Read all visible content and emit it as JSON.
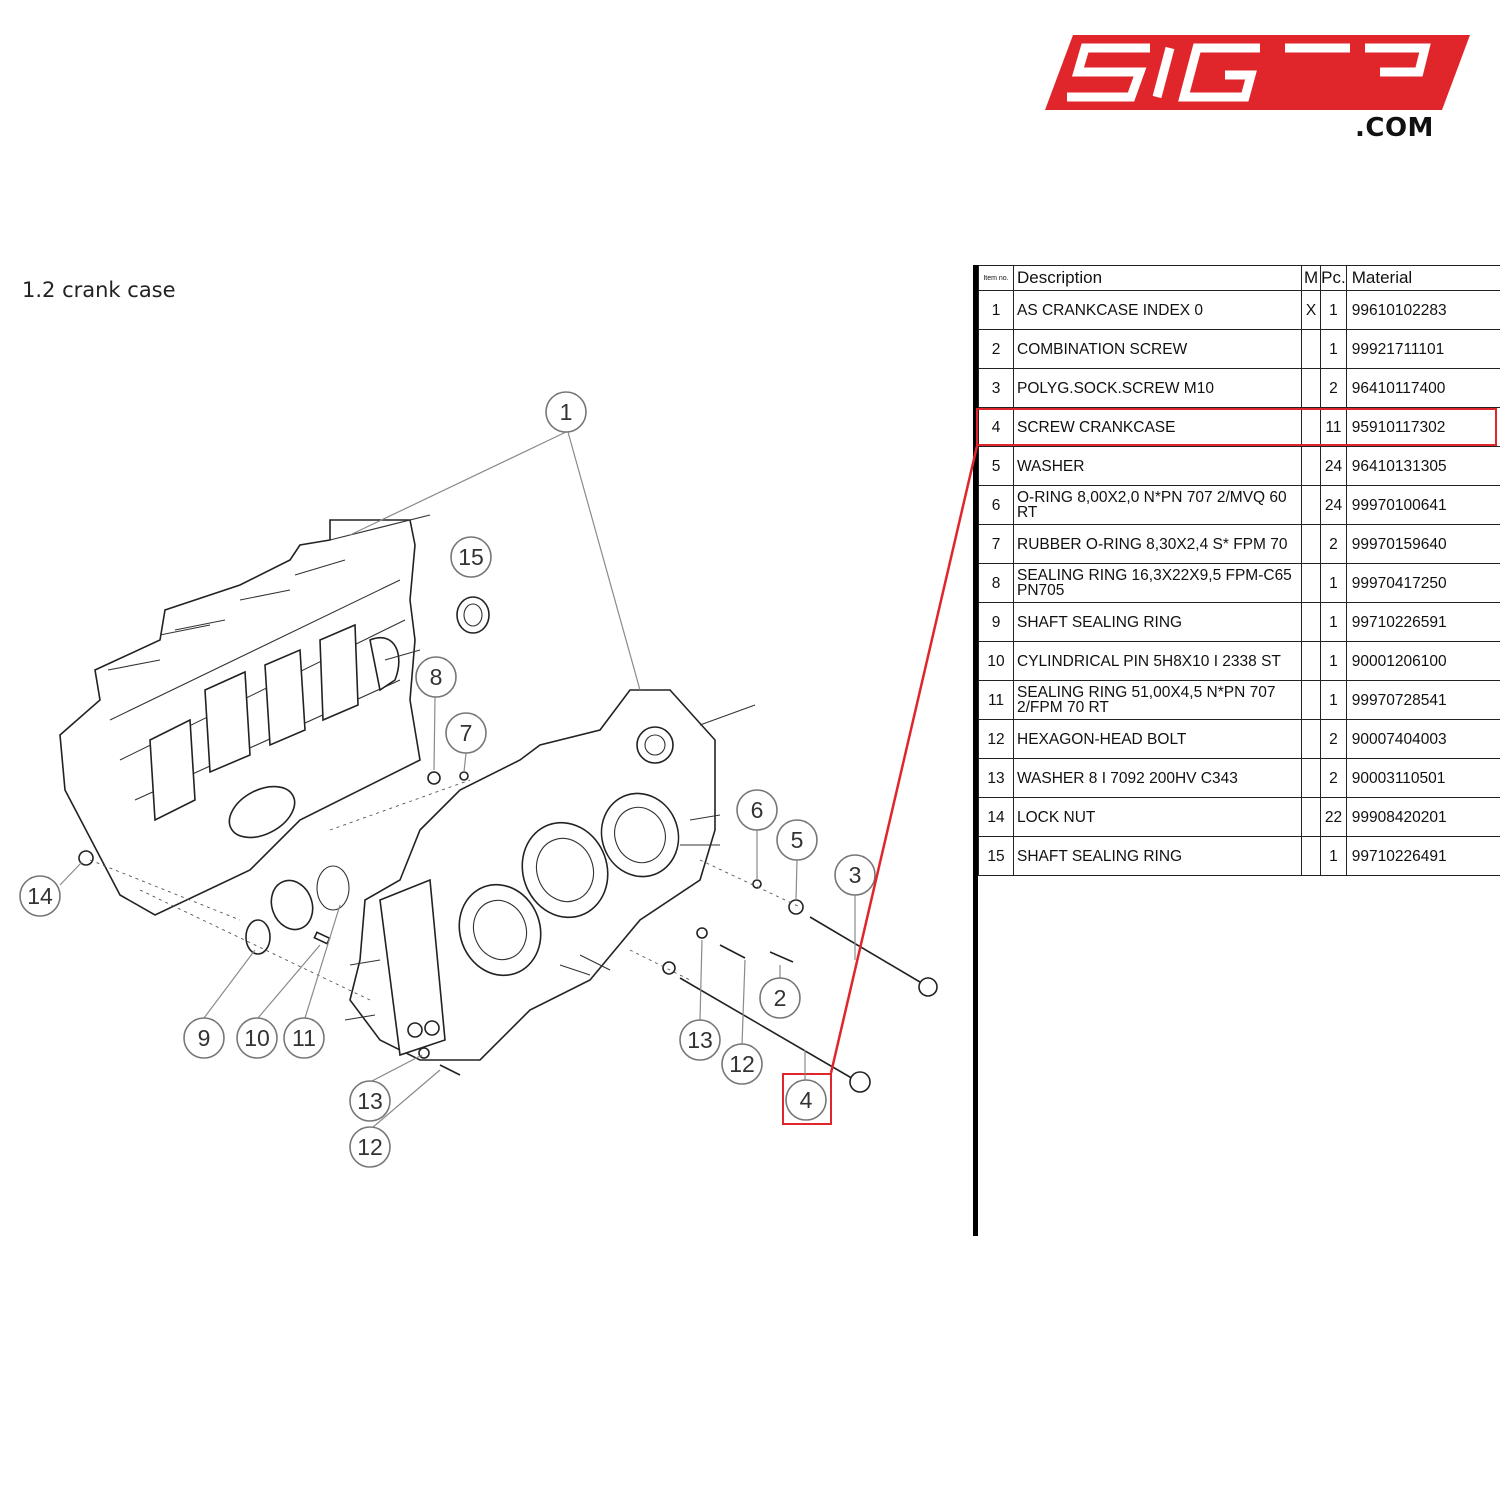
{
  "logo": {
    "brand_text": "51GT3",
    "suffix": ".COM",
    "color": "#e0262b"
  },
  "section": {
    "title": "1.2  crank case"
  },
  "table": {
    "headers": {
      "item_no": "Item no.",
      "description": "Description",
      "m": "M",
      "pc": "Pc.",
      "material": "Material"
    },
    "rows": [
      {
        "no": "1",
        "description": "AS CRANKCASE INDEX 0",
        "m": "X",
        "pc": "1",
        "material": "99610102283"
      },
      {
        "no": "2",
        "description": "COMBINATION SCREW",
        "m": "",
        "pc": "1",
        "material": "99921711101"
      },
      {
        "no": "3",
        "description": "POLYG.SOCK.SCREW M10",
        "m": "",
        "pc": "2",
        "material": "96410117400"
      },
      {
        "no": "4",
        "description": "SCREW CRANKCASE",
        "m": "",
        "pc": "11",
        "material": "95910117302"
      },
      {
        "no": "5",
        "description": "WASHER",
        "m": "",
        "pc": "24",
        "material": "96410131305"
      },
      {
        "no": "6",
        "description": "O-RING 8,00X2,0 N*PN 707 2/MVQ 60 RT",
        "m": "",
        "pc": "24",
        "material": "99970100641"
      },
      {
        "no": "7",
        "description": "RUBBER O-RING 8,30X2,4 S* FPM 70",
        "m": "",
        "pc": "2",
        "material": "99970159640"
      },
      {
        "no": "8",
        "description": "SEALING RING 16,3X22X9,5 FPM-C65 PN705",
        "m": "",
        "pc": "1",
        "material": "99970417250"
      },
      {
        "no": "9",
        "description": "SHAFT SEALING RING",
        "m": "",
        "pc": "1",
        "material": "99710226591"
      },
      {
        "no": "10",
        "description": "CYLINDRICAL PIN 5H8X10 I 2338 ST",
        "m": "",
        "pc": "1",
        "material": "90001206100"
      },
      {
        "no": "11",
        "description": "SEALING RING 51,00X4,5 N*PN 707 2/FPM 70 RT",
        "m": "",
        "pc": "1",
        "material": "99970728541"
      },
      {
        "no": "12",
        "description": "HEXAGON-HEAD BOLT",
        "m": "",
        "pc": "2",
        "material": "90007404003"
      },
      {
        "no": "13",
        "description": "WASHER 8 I 7092 200HV C343",
        "m": "",
        "pc": "2",
        "material": "90003110501"
      },
      {
        "no": "14",
        "description": "LOCK NUT",
        "m": "",
        "pc": "22",
        "material": "99908420201"
      },
      {
        "no": "15",
        "description": "SHAFT SEALING RING",
        "m": "",
        "pc": "1",
        "material": "99710226491"
      }
    ],
    "highlighted_item": "4",
    "highlight_color": "#e0262b"
  },
  "diagram": {
    "callouts": [
      "1",
      "2",
      "3",
      "4",
      "5",
      "6",
      "7",
      "8",
      "9",
      "10",
      "11",
      "12",
      "13",
      "12",
      "13",
      "14",
      "15"
    ]
  }
}
